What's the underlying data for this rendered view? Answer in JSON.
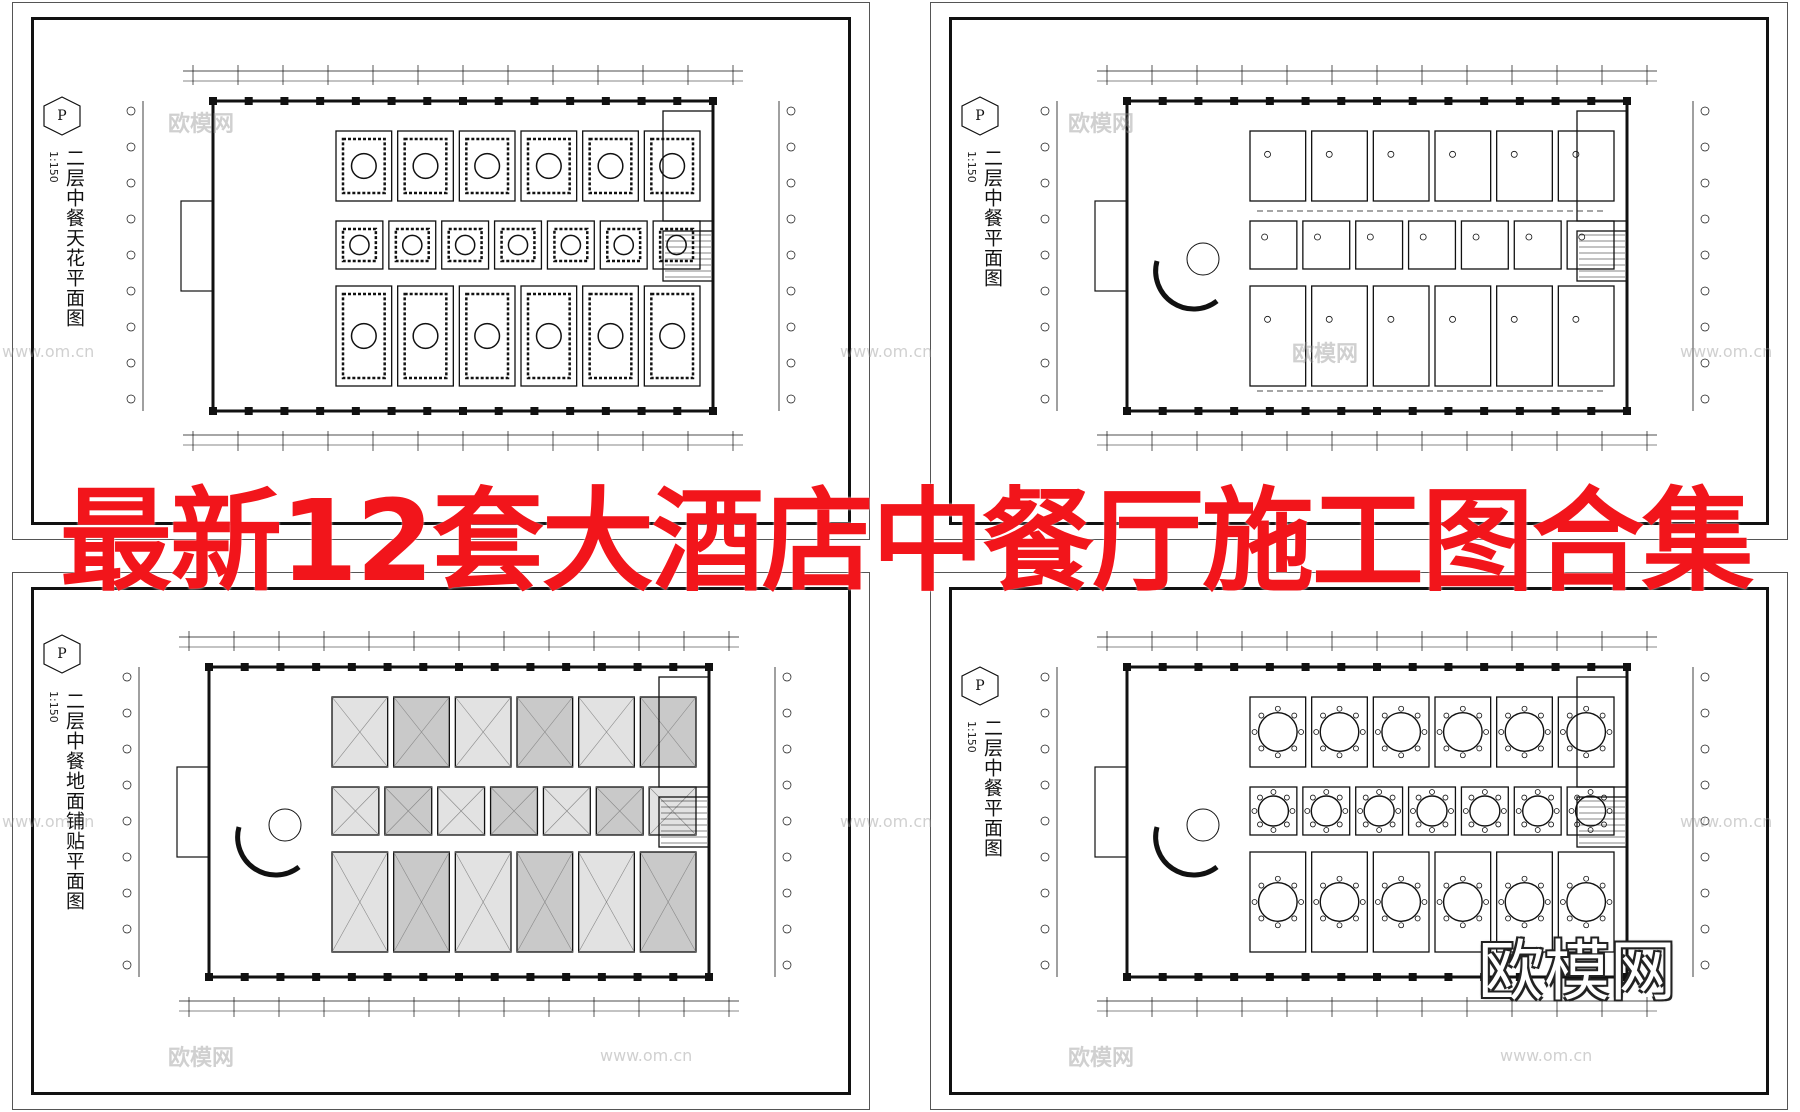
{
  "banner": "最新12套大酒店中餐厅施工图合集",
  "brand": "欧模网",
  "watermark": {
    "cn": "欧模网",
    "url": "www.om.cn"
  },
  "sheets": [
    {
      "symbol": "P",
      "title": "二层中餐天花平面图",
      "scale": "1:150",
      "style": "ceiling"
    },
    {
      "symbol": "P",
      "title": "二层中餐平面图",
      "scale": "1:150",
      "style": "plan"
    },
    {
      "symbol": "P",
      "title": "二层中餐地面铺贴平面图",
      "scale": "1:150",
      "style": "floor"
    },
    {
      "symbol": "P",
      "title": "二层中餐平面图",
      "scale": "1:150",
      "style": "furniture"
    }
  ],
  "colors": {
    "banner": "#f2151b",
    "line": "#111111"
  }
}
